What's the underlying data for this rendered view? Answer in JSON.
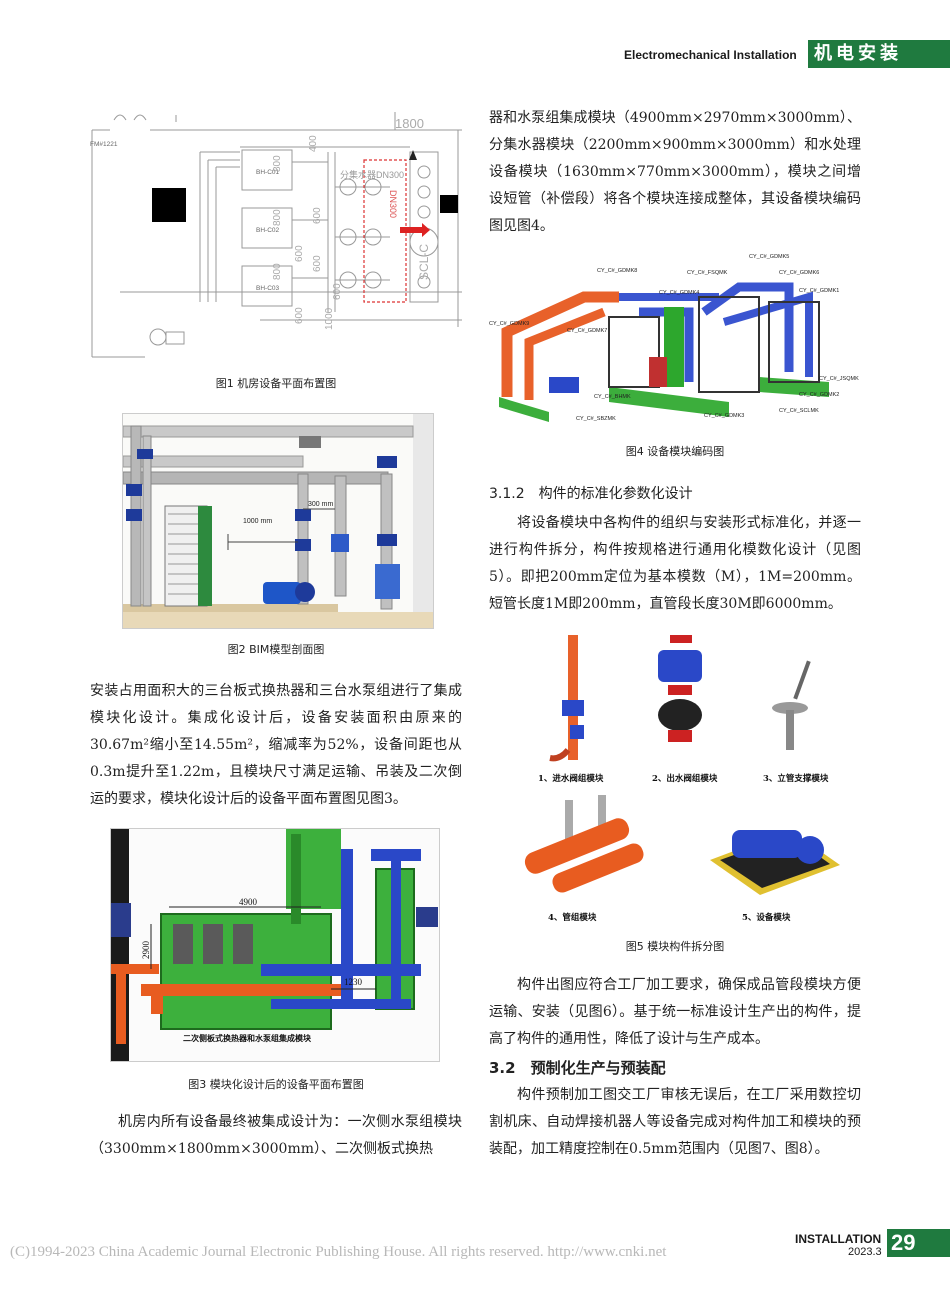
{
  "header": {
    "journal_en": "Electromechanical Installation",
    "journal_cn": "机电安装"
  },
  "figures": {
    "fig1": {
      "caption": "图1 机房设备平面布置图",
      "labels": [
        "FM#1221",
        "BH-C01",
        "BH-C02",
        "BH-C03",
        "1800",
        "400",
        "800",
        "800",
        "800",
        "600",
        "600",
        "600",
        "600",
        "1000",
        "600",
        "分集水器DN300",
        "DN300",
        "SCL-C"
      ]
    },
    "fig2": {
      "caption": "图2 BIM模型剖面图",
      "dim1": "1000 mm",
      "dim2": "300 mm"
    },
    "fig3": {
      "caption": "图3 模块化设计后的设备平面布置图",
      "dim_top": "4900",
      "dim_left": "2900",
      "dim_right": "1230",
      "label": "二次侧板式换热器和水泵组集成模块"
    },
    "fig4": {
      "caption": "图4 设备模块编码图",
      "labels": [
        "CY_C#_GDMK5",
        "CY_C#_GDMK8",
        "CY_C#_FSQMK",
        "CY_C#_GDMK6",
        "CY_C#_GDMK4",
        "CY_C#_GDMK1",
        "CY_C#_GDMK9",
        "CY_C#_GDMK7",
        "CY_C#_JSQMK",
        "CY_C#_BHMK",
        "CY_C#_GDMK2",
        "CY_C#_SBZMK",
        "CY_C#_GDMK3",
        "CY_C#_SCLMK"
      ]
    },
    "fig5": {
      "caption": "图5 模块构件拆分图",
      "items": [
        "1、进水阀组模块",
        "2、出水阀组模块",
        "3、立管支撑模块",
        "4、管组模块",
        "5、设备模块"
      ]
    }
  },
  "left_col": {
    "para1": "安装占用面积大的三台板式换热器和三台水泵组进行了集成模块化设计。集成化设计后，设备安装面积由原来的30.67m²缩小至14.55m²，缩减率为52%，设备间距也从0.3m提升至1.22m，且模块尺寸满足运输、吊装及二次倒运的要求，模块化设计后的设备平面布置图见图3。",
    "para2": "机房内所有设备最终被集成设计为：一次侧水泵组模块（3300mm×1800mm×3000mm）、二次侧板式换热"
  },
  "right_col": {
    "para0": "器和水泵组集成模块（4900mm×2970mm×3000mm）、分集水器模块（2200mm×900mm×3000mm）和水处理设备模块（1630mm×770mm×3000mm），模块之间增设短管（补偿段）将各个模块连接成整体，其设备模块编码图见图4。",
    "sec312": "3.1.2　构件的标准化参数化设计",
    "para1": "将设备模块中各构件的组织与安装形式标准化，并逐一进行构件拆分，构件按规格进行通用化模数化设计（见图5）。即把200mm定位为基本模数（M），1M=200mm。短管长度1M即200mm，直管段长度30M即6000mm。",
    "para2": "构件出图应符合工厂加工要求，确保成品管段模块方便运输、安装（见图6）。基于统一标准设计生产出的构件，提高了构件的通用性，降低了设计与生产成本。",
    "sec32": "3.2　预制化生产与预装配",
    "para3": "构件预制加工图交工厂审核无误后，在工厂采用数控切割机床、自动焊接机器人等设备完成对构件加工和模块的预装配，加工精度控制在0.5mm范围内（见图7、图8）。"
  },
  "footer": {
    "journal": "INSTALLATION",
    "issue": "2023.3",
    "page": "29",
    "copyright": "(C)1994-2023 China Academic Journal Electronic Publishing House. All rights reserved.    http://www.cnki.net"
  }
}
